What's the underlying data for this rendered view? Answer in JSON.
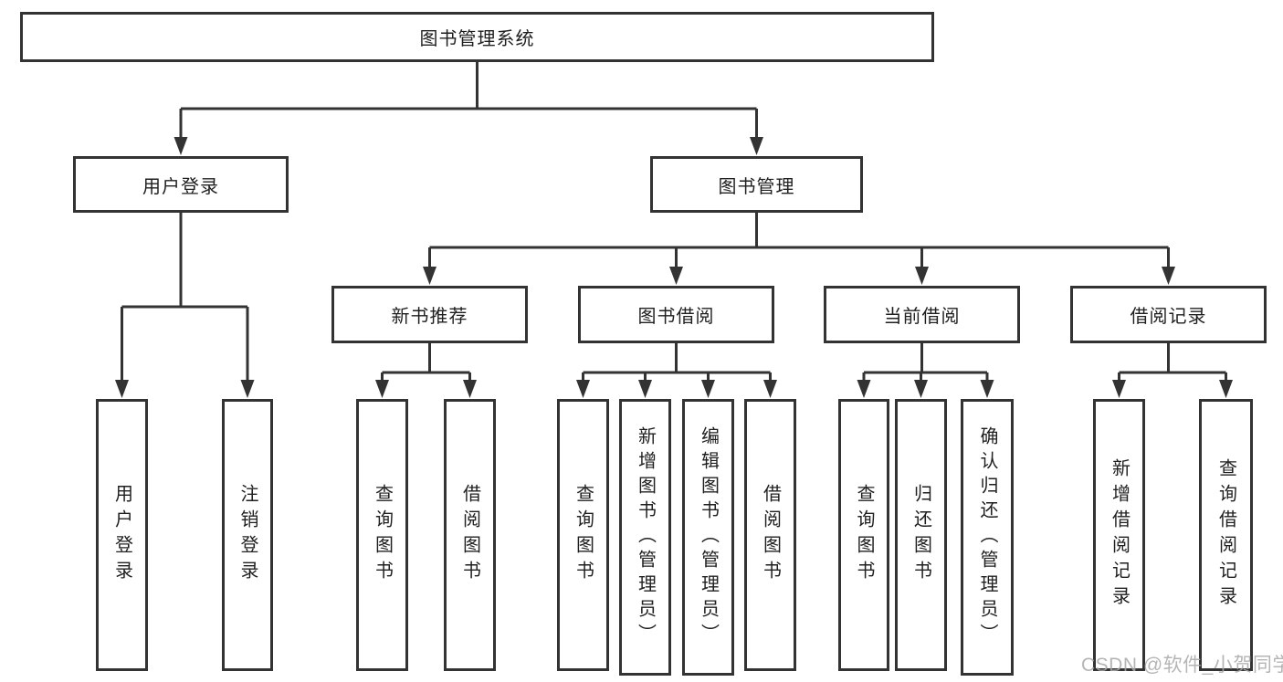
{
  "tree": {
    "root": {
      "label": "图书管理系统"
    },
    "branches": [
      {
        "label": "用户登录",
        "children": [
          {
            "label": "用户登录"
          },
          {
            "label": "注销登录"
          }
        ]
      },
      {
        "label": "图书管理",
        "children": [
          {
            "label": "新书推荐",
            "children": [
              {
                "label": "查询图书"
              },
              {
                "label": "借阅图书"
              }
            ]
          },
          {
            "label": "图书借阅",
            "children": [
              {
                "label": "查询图书"
              },
              {
                "label": "新增图书（管理员）"
              },
              {
                "label": "编辑图书（管理员）"
              },
              {
                "label": "借阅图书"
              }
            ]
          },
          {
            "label": "当前借阅",
            "children": [
              {
                "label": "查询图书"
              },
              {
                "label": "归还图书"
              },
              {
                "label": "确认归还（管理员）"
              }
            ]
          },
          {
            "label": "借阅记录",
            "children": [
              {
                "label": "新增借阅记录"
              },
              {
                "label": "查询借阅记录"
              }
            ]
          }
        ]
      }
    ]
  },
  "watermark": {
    "text": "CSDN @软件_小贺同学"
  },
  "colors": {
    "line": "#333333",
    "box_border": "#333333",
    "text": "#1f1f1f",
    "background": "#ffffff",
    "watermark": "#a9a9a9"
  }
}
